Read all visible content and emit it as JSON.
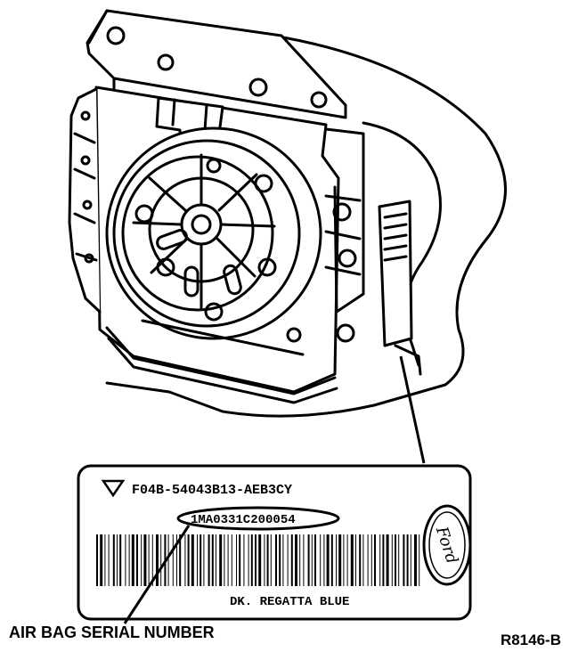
{
  "label": {
    "part_number": "F04B-54043B13-AEB3CY",
    "serial_code": "1MA0331C200054",
    "color_name": "DK. REGATTA BLUE",
    "logo_text": "Ford"
  },
  "callout": {
    "text": "AIR BAG SERIAL NUMBER"
  },
  "figure_code": "R8146-B"
}
